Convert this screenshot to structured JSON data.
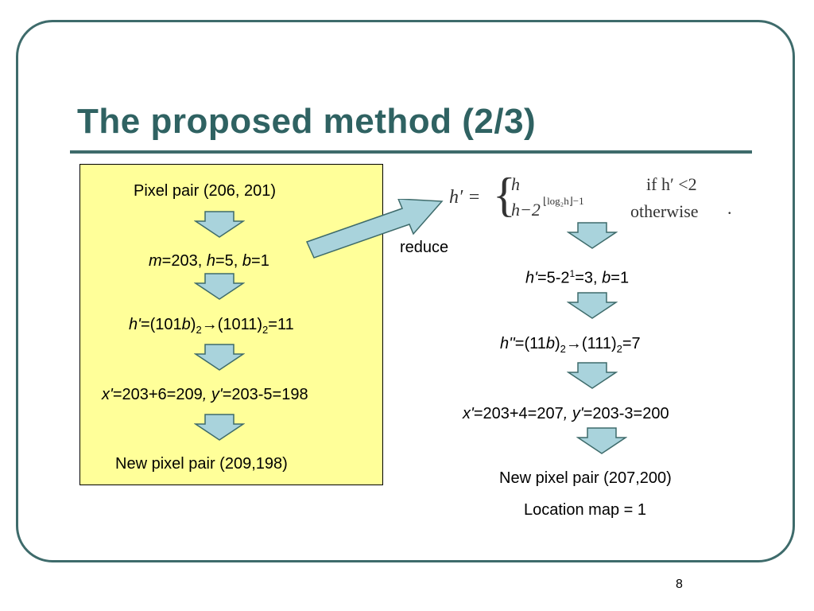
{
  "slide": {
    "title": "The proposed method (2/3)",
    "page_number": "8"
  },
  "left_column": {
    "step1": "Pixel pair (206, 201)",
    "step2": {
      "m_label": "m",
      "m_rest": "=203, ",
      "h_label": "h",
      "h_rest": "=5, ",
      "b_label": "b",
      "b_rest": "=1"
    },
    "step3": {
      "h_label": "h'",
      "mid1": "=(101",
      "b_label": "b",
      "close": ")",
      "sub1": "2",
      "mid2": "→(1011)",
      "sub2": "2",
      "tail": "=11"
    },
    "step4": {
      "x_label": "x'",
      "x_rest": "=203+6=209",
      "sep": ", ",
      "y_label": "y'",
      "y_rest": "=203-5=198"
    },
    "step5": "New pixel pair (209,198)"
  },
  "reduce_label": "reduce",
  "formula": {
    "lhs": "h′ =",
    "case1_expr": "h",
    "case1_cond": "if h′ <2",
    "case2_expr_base": "h−2",
    "case2_expr_exp": "⌊log₂h⌋−1",
    "case2_cond": "otherwise",
    "end": "."
  },
  "right_column": {
    "step1": {
      "h_label": "h'",
      "rest1": "=5-2",
      "sup": "1",
      "rest2": "=3, ",
      "b_label": "b",
      "rest3": "=1"
    },
    "step2": {
      "h_label": "h''",
      "mid1": "=(11",
      "b_label": "b",
      "close": ")",
      "sub1": "2",
      "mid2": "→(111)",
      "sub2": "2",
      "tail": "=7"
    },
    "step3": {
      "x_label": "x'",
      "x_rest": "=203+4=207",
      "sep": ", ",
      "y_label": "y'",
      "y_rest": "=203-3=200"
    },
    "step4": "New pixel pair (207,200)",
    "step5": "Location map = 1"
  },
  "colors": {
    "title": "#2f6262",
    "frame": "#3e6b6b",
    "box_fill": "#ffff99",
    "arrow_fill": "#a9d3dc",
    "arrow_stroke": "#3e6b6b"
  },
  "icons": {
    "down_arrow": "block-arrow-down-icon",
    "reduce_arrow": "block-arrow-diagonal-icon"
  }
}
